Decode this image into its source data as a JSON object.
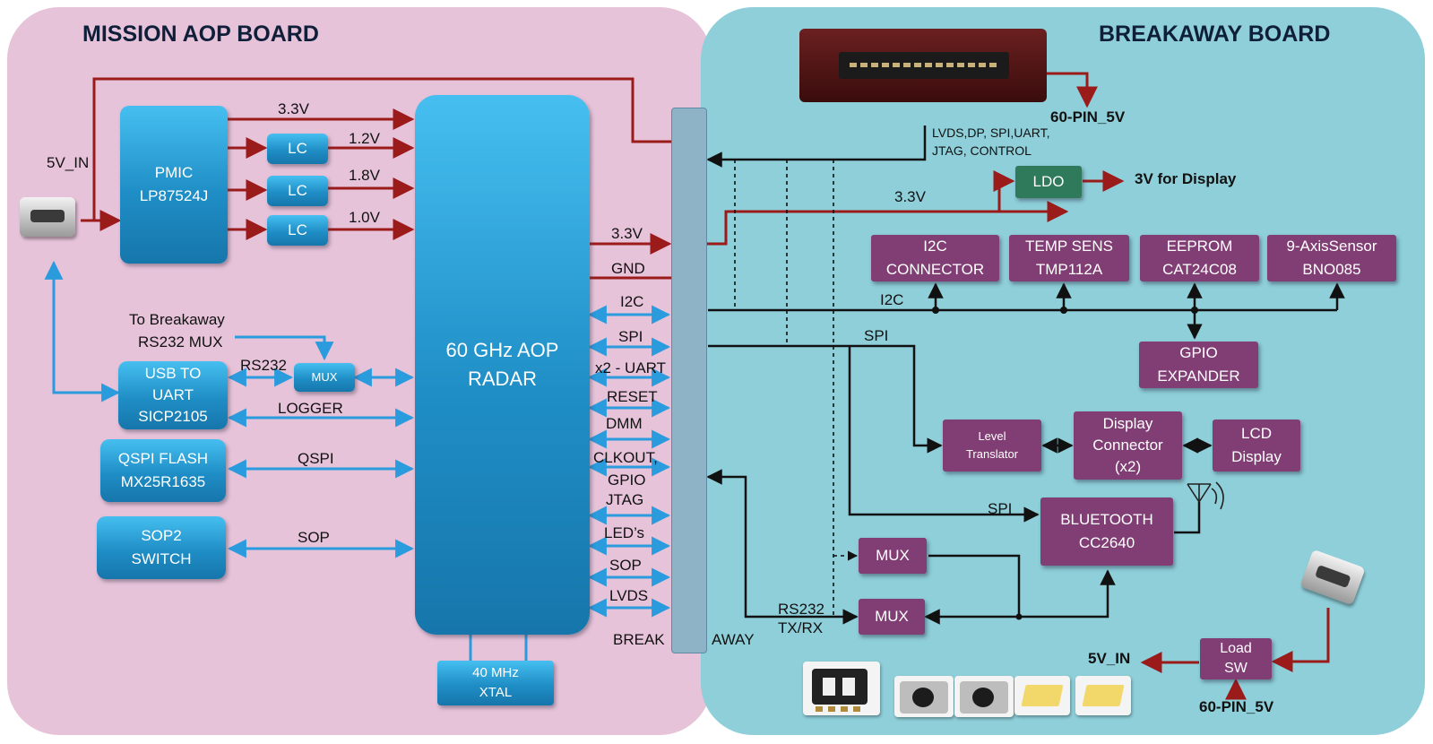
{
  "boards": {
    "left_title": "MISSION AOP BOARD",
    "right_title": "BREAKAWAY BOARD"
  },
  "blocks": {
    "pmic": [
      "PMIC",
      "LP87524J"
    ],
    "lc1": "LC",
    "lc2": "LC",
    "lc3": "LC",
    "radar": [
      "60 GHz AOP",
      "RADAR"
    ],
    "usb_uart": [
      "USB TO",
      "UART",
      "SICP2105"
    ],
    "mux_left": "MUX",
    "qspi_flash": [
      "QSPI FLASH",
      "MX25R1635"
    ],
    "sop2": [
      "SOP2",
      "SWITCH"
    ],
    "xtal": [
      "40 MHz",
      "XTAL"
    ],
    "ldo": "LDO",
    "i2c_connector": [
      "I2C",
      "CONNECTOR"
    ],
    "temp_sens": [
      "TEMP SENS",
      "TMP112A"
    ],
    "eeprom": [
      "EEPROM",
      "CAT24C08"
    ],
    "axis_sensor": [
      "9-AxisSensor",
      "BNO085"
    ],
    "gpio_expander": [
      "GPIO",
      "EXPANDER"
    ],
    "level_translator": [
      "Level",
      "Translator"
    ],
    "display_connector": [
      "Display",
      "Connector",
      "(x2)"
    ],
    "lcd_display": [
      "LCD",
      "Display"
    ],
    "bluetooth": [
      "BLUETOOTH",
      "CC2640"
    ],
    "mux_right_top": "MUX",
    "mux_right_bottom": "MUX",
    "load_sw": [
      "Load",
      "SW"
    ]
  },
  "labels": {
    "v33_top": "3.3V",
    "v12": "1.2V",
    "v18": "1.8V",
    "v10": "1.0V",
    "in_5v_left": "5V_IN",
    "to_breakaway": "To Breakaway",
    "rs232_mux": "RS232 MUX",
    "rs232": "RS232",
    "logger": "LOGGER",
    "qspi": "QSPI",
    "sop": "SOP",
    "sig_33v": "3.3V",
    "sig_gnd": "GND",
    "sig_i2c": "I2C",
    "sig_spi": "SPI",
    "sig_uart": "x2 - UART",
    "sig_reset": "RESET",
    "sig_dmm": "DMM",
    "sig_clkout": "CLKOUT,",
    "sig_gpio": "GPIO",
    "sig_jtag": "JTAG",
    "sig_leds": "LED’s",
    "sig_sop": "SOP",
    "sig_lvds": "LVDS",
    "break": "BREAK",
    "away": "AWAY",
    "pin60_top": "60-PIN_5V",
    "conn_signals_1": "LVDS,DP, SPI,UART,",
    "conn_signals_2": "JTAG, CONTROL",
    "v3_display": "3V for Display",
    "v33_right": "3.3V",
    "i2c_right": "I2C",
    "spi_right": "SPI",
    "spi_bt": "SPI",
    "rs232_txrx_1": "RS232",
    "rs232_txrx_2": "TX/RX",
    "in_5v_right": "5V_IN",
    "pin60_bottom": "60-PIN_5V"
  },
  "colors": {
    "left_board": "#e7c3da",
    "right_board": "#8ecfd9",
    "power_wire": "#9b1b1b",
    "signal_wire": "#2a9bdc",
    "bus_wire": "#111111",
    "purple_block": "#813e74",
    "ldo_block": "#2f7a5a"
  },
  "icons": [
    "usb-connector-left-icon",
    "board-connector-icon",
    "antenna-icon",
    "usb-connector-right-icon",
    "dip-switch-icon",
    "push-button-icon",
    "led-icon"
  ]
}
